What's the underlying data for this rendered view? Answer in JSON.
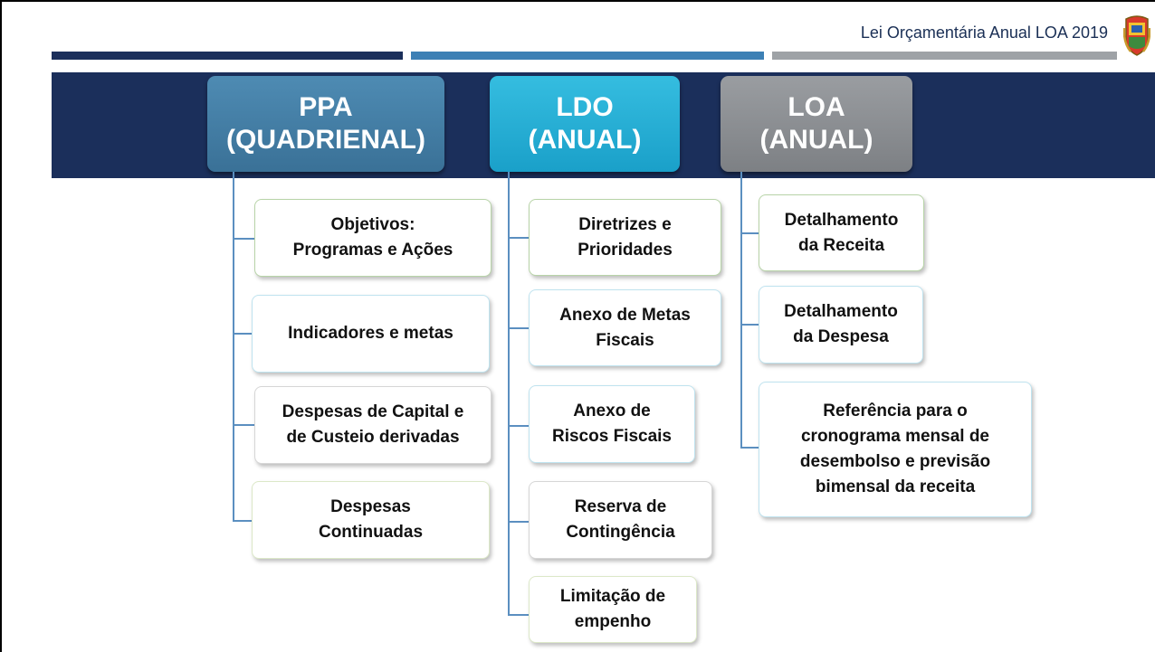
{
  "header": {
    "title": "Lei Orçamentária Anual LOA 2019"
  },
  "colors": {
    "band": "#1b2f5b",
    "ppa": "#3f7ca3",
    "ldo": "#1fb0d6",
    "loa": "#8a8d91",
    "connector": "#5b8fc0"
  },
  "columns": [
    {
      "line1": "PPA",
      "line2": "(QUADRIENAL)",
      "items": [
        {
          "line1": "Objetivos:",
          "line2": "Programas e Ações"
        },
        {
          "line1": "Indicadores e metas",
          "line2": ""
        },
        {
          "line1": "Despesas de Capital e",
          "line2": "de Custeio derivadas"
        },
        {
          "line1": "Despesas",
          "line2": "Continuadas"
        }
      ]
    },
    {
      "line1": "LDO",
      "line2": "(ANUAL)",
      "items": [
        {
          "line1": "Diretrizes e",
          "line2": "Prioridades"
        },
        {
          "line1": "Anexo de Metas",
          "line2": "Fiscais"
        },
        {
          "line1": "Anexo de",
          "line2": "Riscos Fiscais"
        },
        {
          "line1": "Reserva de",
          "line2": "Contingência"
        },
        {
          "line1": "Limitação de",
          "line2": "empenho"
        }
      ]
    },
    {
      "line1": "LOA",
      "line2": "(ANUAL)",
      "items": [
        {
          "line1": "Detalhamento",
          "line2": "da Receita"
        },
        {
          "line1": "Detalhamento",
          "line2": "da Despesa"
        },
        {
          "line1": "Referência para o",
          "line2": "cronograma mensal de",
          "line3": "desembolso e previsão",
          "line4": "bimensal da receita"
        }
      ]
    }
  ]
}
